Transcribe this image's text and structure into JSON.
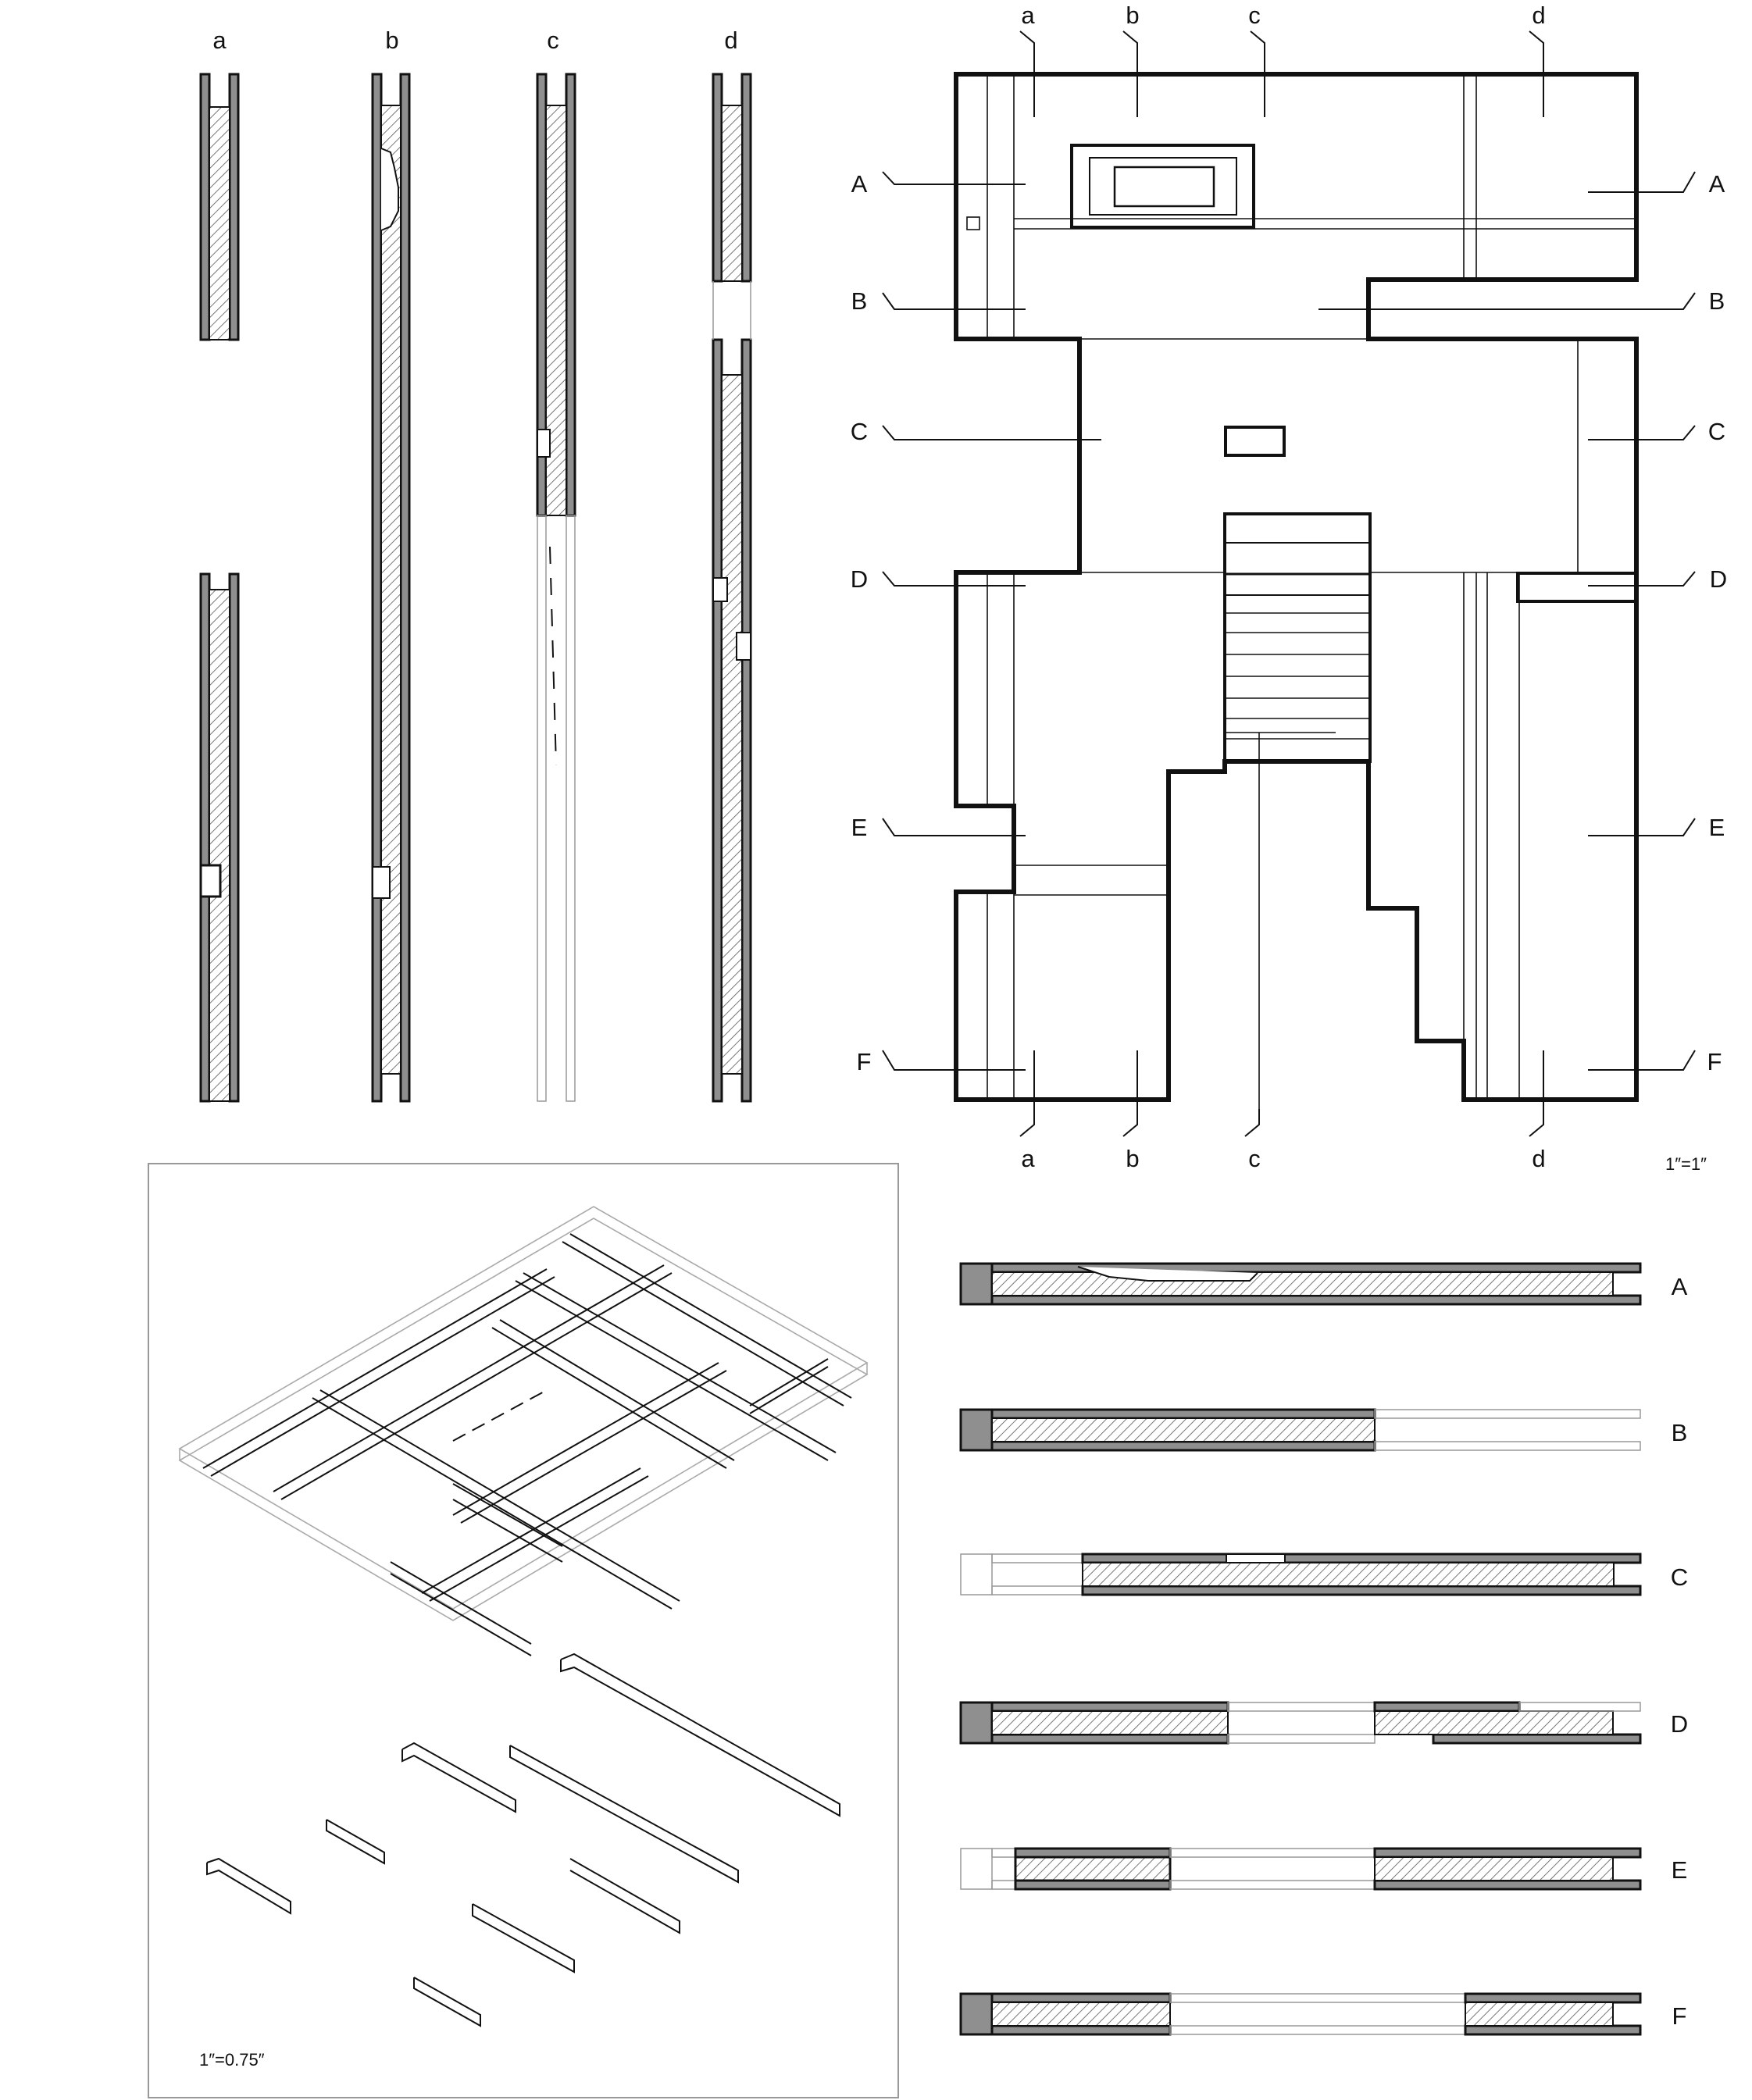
{
  "vertical_sections": {
    "labels": [
      "a",
      "b",
      "c",
      "d"
    ]
  },
  "plan": {
    "top_labels": [
      "a",
      "b",
      "c",
      "d"
    ],
    "bottom_labels": [
      "a",
      "b",
      "c",
      "d"
    ],
    "left_labels": [
      "A",
      "B",
      "C",
      "D",
      "E",
      "F"
    ],
    "right_labels": [
      "A",
      "B",
      "C",
      "D",
      "E",
      "F"
    ],
    "scale": "1″=1″"
  },
  "axonometric": {
    "scale": "1″=0.75″"
  },
  "horizontal_sections": {
    "labels": [
      "A",
      "B",
      "C",
      "D",
      "E",
      "F"
    ]
  },
  "colors": {
    "ink": "#111111",
    "wall_fill": "#8f8f8f",
    "hatch": "#555555",
    "light_line": "#9a9a9a"
  }
}
